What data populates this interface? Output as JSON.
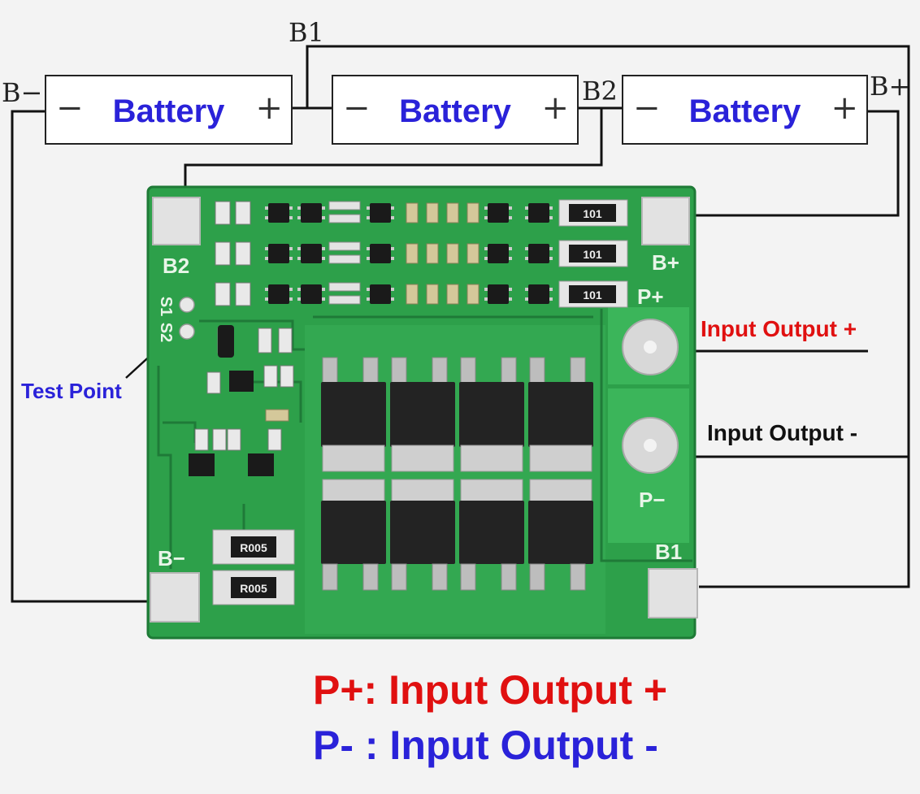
{
  "batteries": [
    {
      "name": "Battery",
      "minus": "−",
      "plus": "+"
    },
    {
      "name": "Battery",
      "minus": "−",
      "plus": "+"
    },
    {
      "name": "Battery",
      "minus": "−",
      "plus": "+"
    }
  ],
  "nodes": {
    "b_minus": "B−",
    "b1": "B1",
    "b2": "B2",
    "b_plus": "B+"
  },
  "board": {
    "b2": "B2",
    "b_plus": "B+",
    "p_plus": "P+",
    "p_minus": "P−",
    "b_minus": "B−",
    "b1": "B1",
    "s1": "S1",
    "s2": "S2",
    "resistor_101": "101",
    "resistor_r005": "R005"
  },
  "labels": {
    "test_point": "Test Point",
    "input_output_plus": "Input Output +",
    "input_output_minus": "Input Output -"
  },
  "captions": {
    "p_plus": "P+: Input Output +",
    "p_minus": "P- : Input Output -"
  },
  "colors": {
    "battery_text": "#2a22d9",
    "pcb": "#2da04a",
    "plus_label": "#e01010",
    "minus_label": "#111111"
  }
}
